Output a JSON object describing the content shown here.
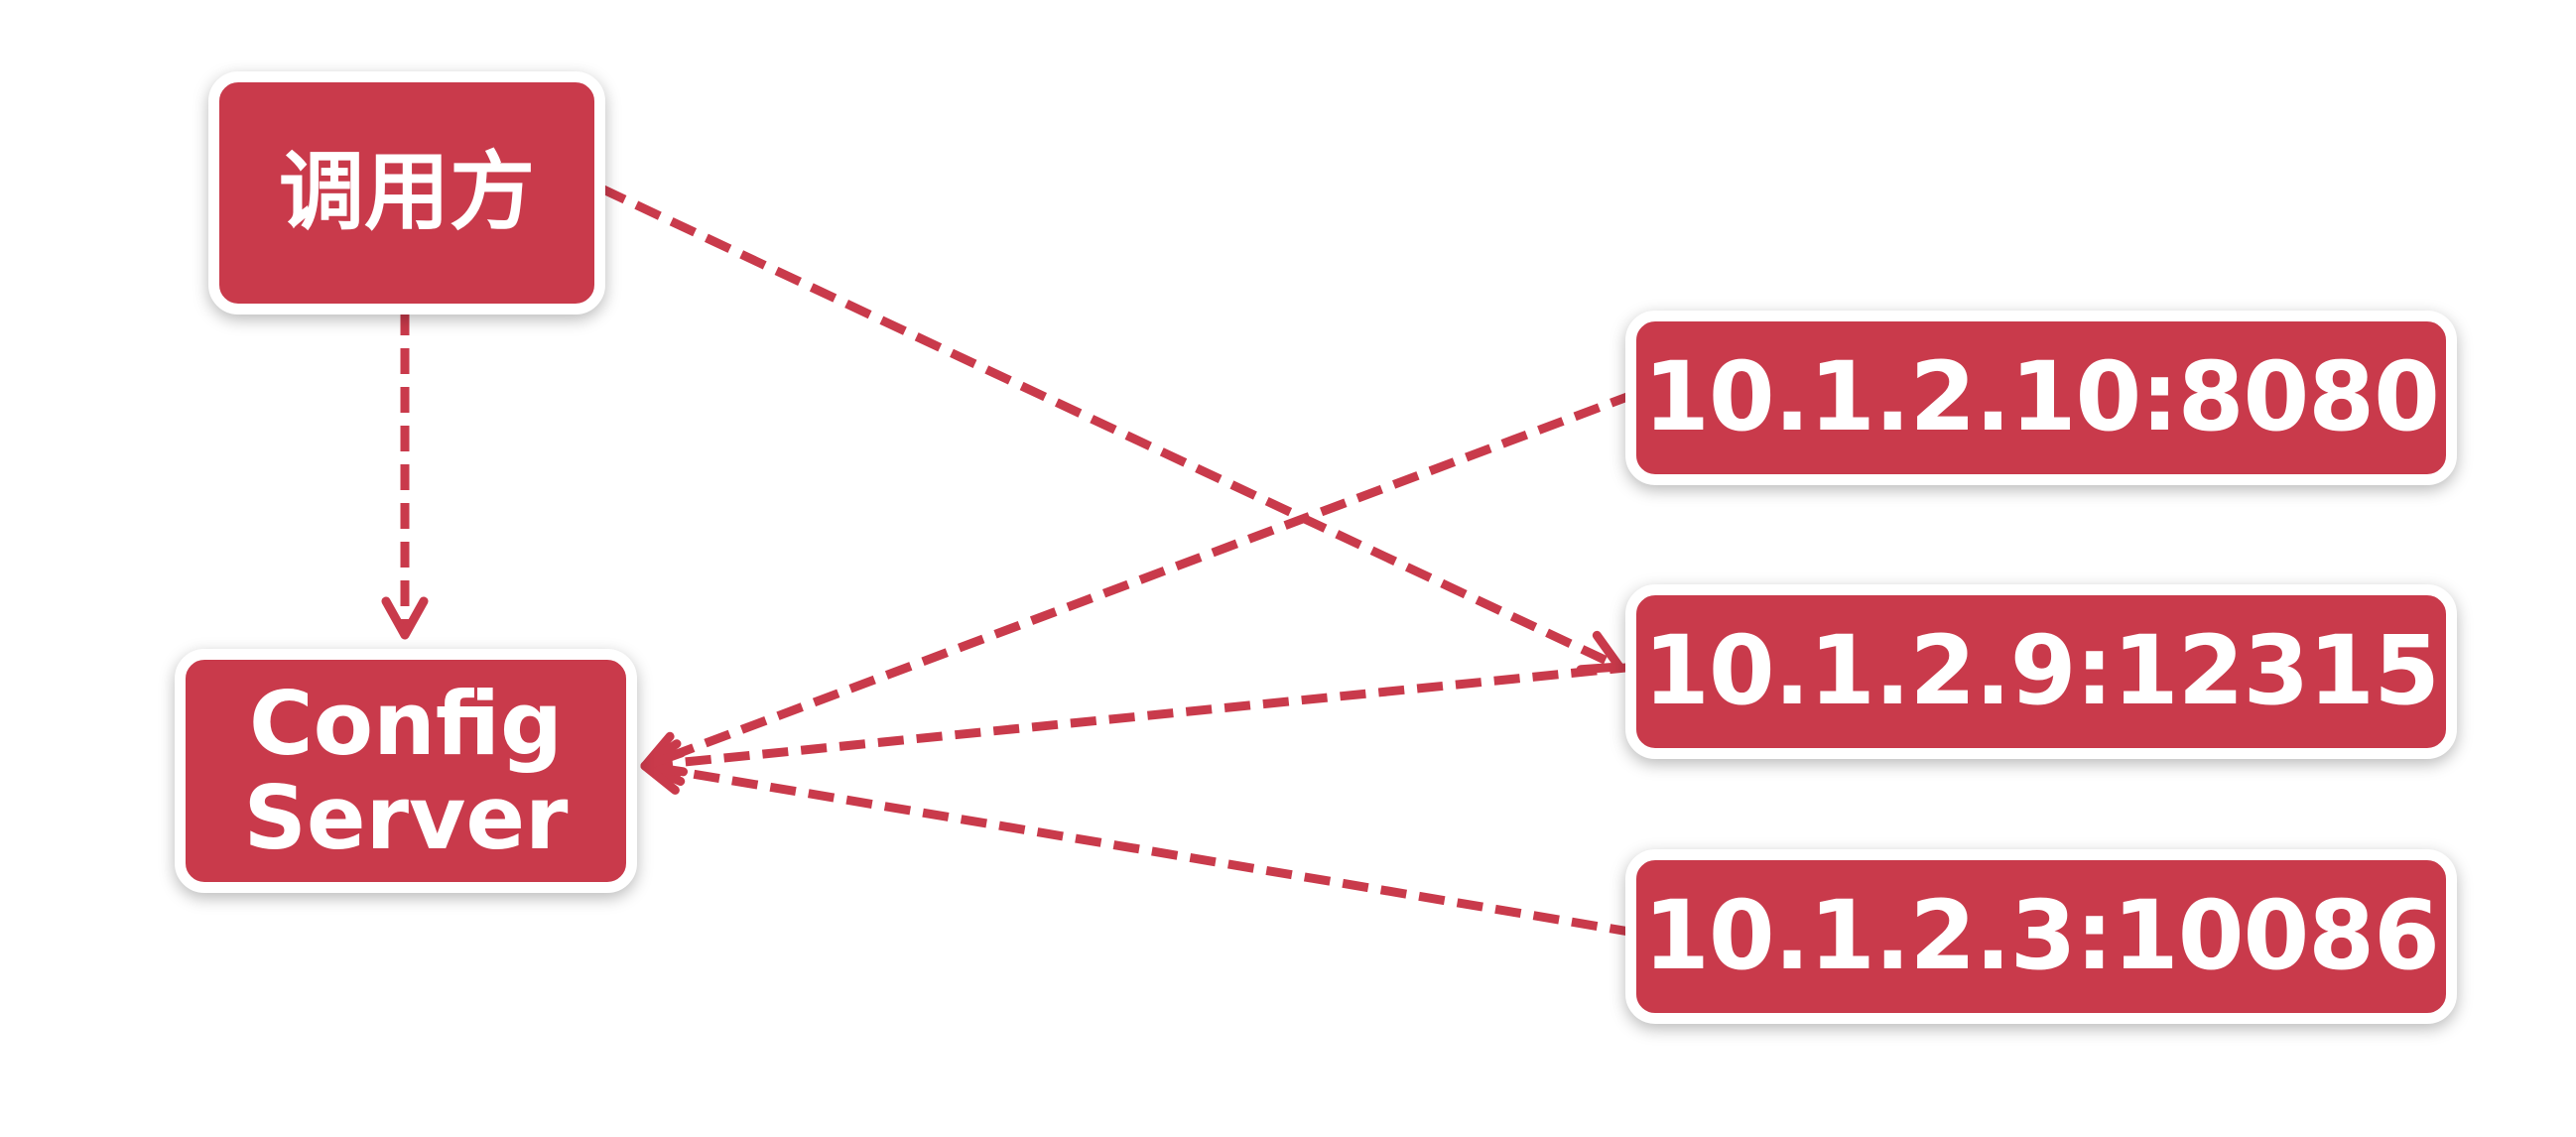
{
  "nodes": {
    "caller": "调用方",
    "config_server": [
      "Config",
      "Server"
    ],
    "instances": [
      "10.1.2.10:8080",
      "10.1.2.9:12315",
      "10.1.2.3:10086"
    ]
  },
  "colors": {
    "node_fill": "#c93a4b",
    "node_border": "#ffffff",
    "arrow": "#c93a4b"
  }
}
